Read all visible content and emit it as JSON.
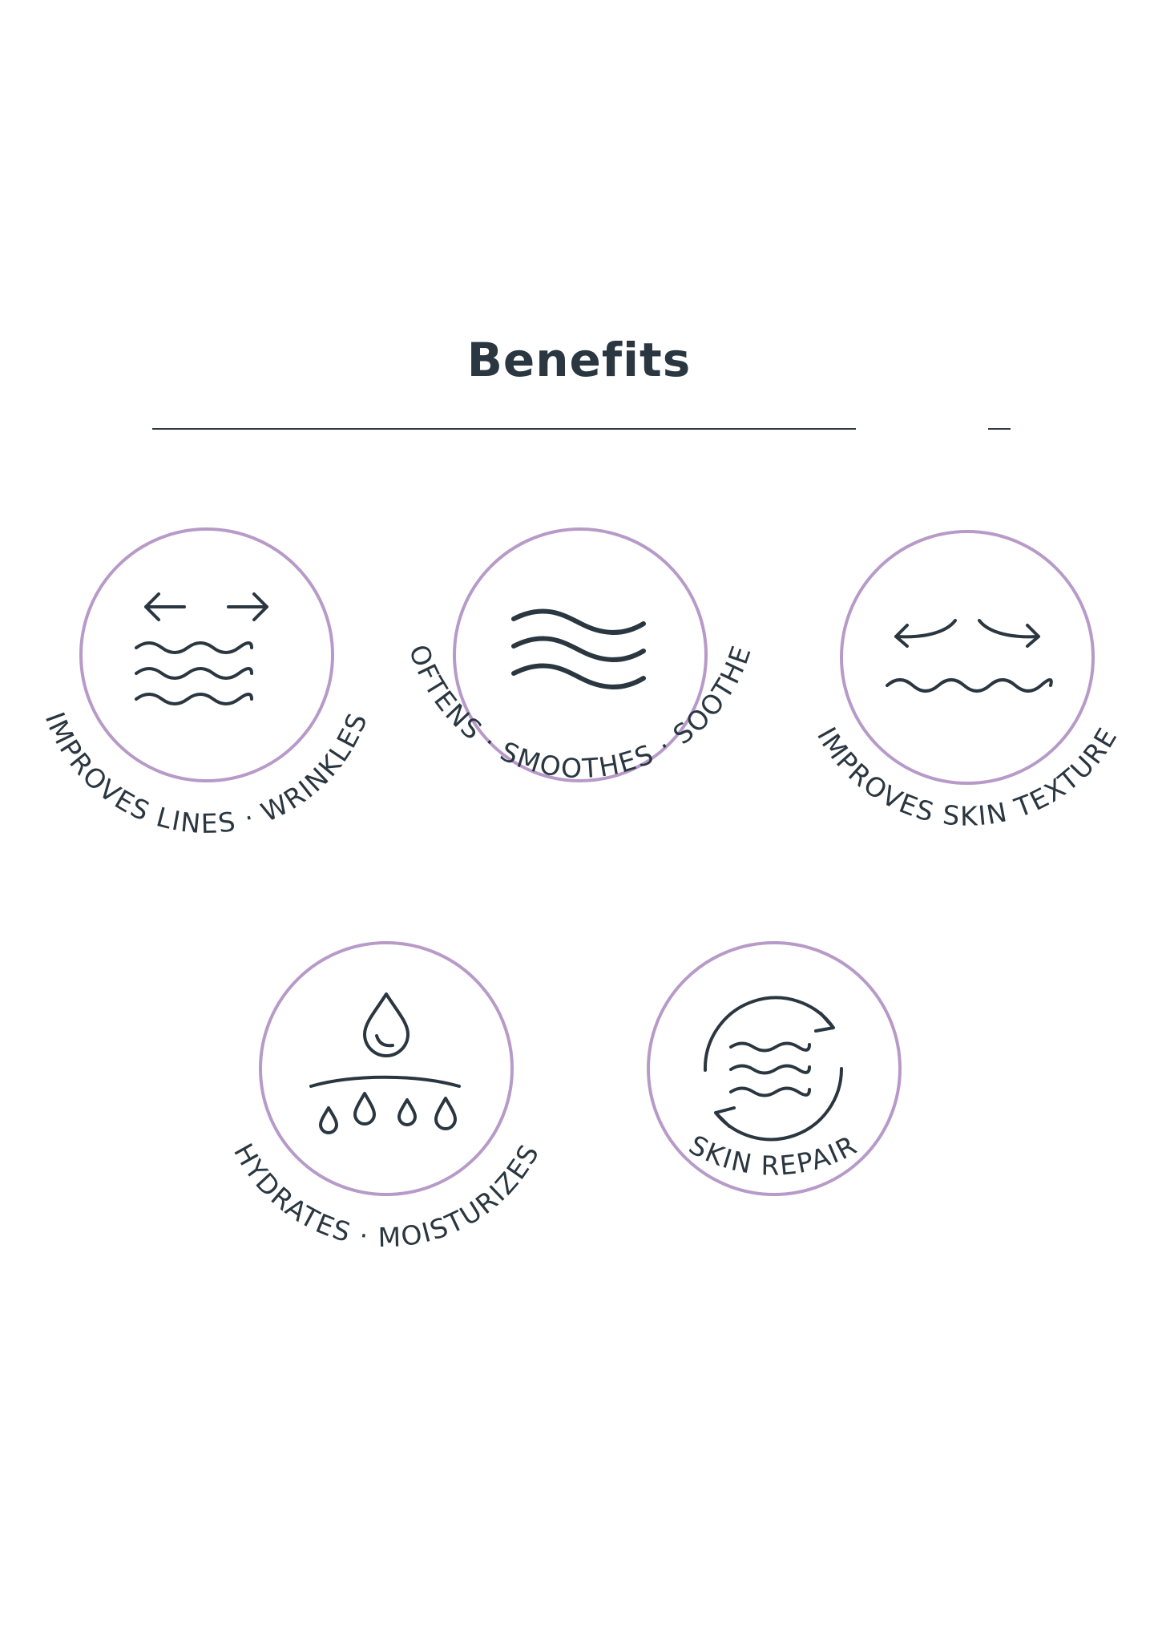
{
  "page": {
    "title": "Benefits"
  },
  "colors": {
    "ring": "#b79ac8",
    "ink": "#2a3640",
    "background": "#ffffff"
  },
  "benefits": [
    {
      "label": "IMPROVES LINES · WRINKLES",
      "icon": "arrows-waves-icon"
    },
    {
      "label": "SOFTENS · SMOOTHES · SOOTHES",
      "icon": "smooth-waves-icon"
    },
    {
      "label": "IMPROVES SKIN TEXTURE",
      "icon": "curved-arrows-wave-icon"
    },
    {
      "label": "HYDRATES · MOISTURIZES",
      "icon": "water-drops-icon"
    },
    {
      "label": "SKIN REPAIR",
      "icon": "cycle-waves-icon"
    }
  ]
}
